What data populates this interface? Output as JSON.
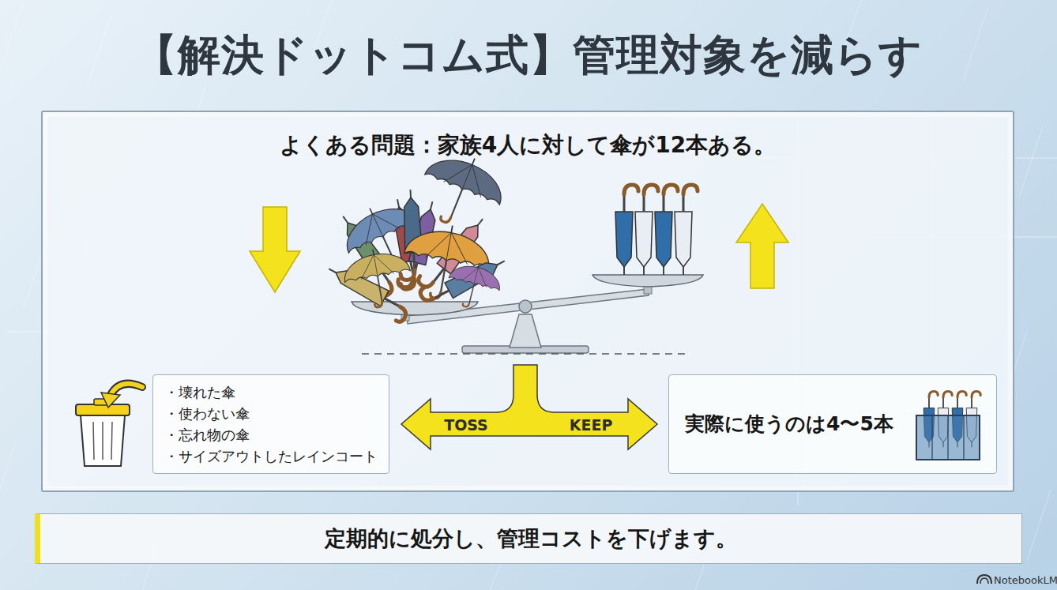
{
  "diagram": {
    "title": "【解決ドットコム式】管理対象を減らす",
    "nodes": [
      {
        "text": [
          "よくある問題：家族4人に対して傘が12本ある。"
        ]
      },
      {
        "text": [
          "・壊れた傘",
          "・使わない傘",
          "・忘れ物の傘",
          "・サイズアウトしたレインコート"
        ],
        "in": 0
      },
      {
        "text": [
          "実際に使うのは4〜5本"
        ],
        "in": 0
      },
      {
        "text": [
          "定期的に処分し、管理コストを下げます。"
        ]
      }
    ],
    "labels": [
      "TOSS",
      "KEEP",
      "NotebookLM"
    ]
  }
}
